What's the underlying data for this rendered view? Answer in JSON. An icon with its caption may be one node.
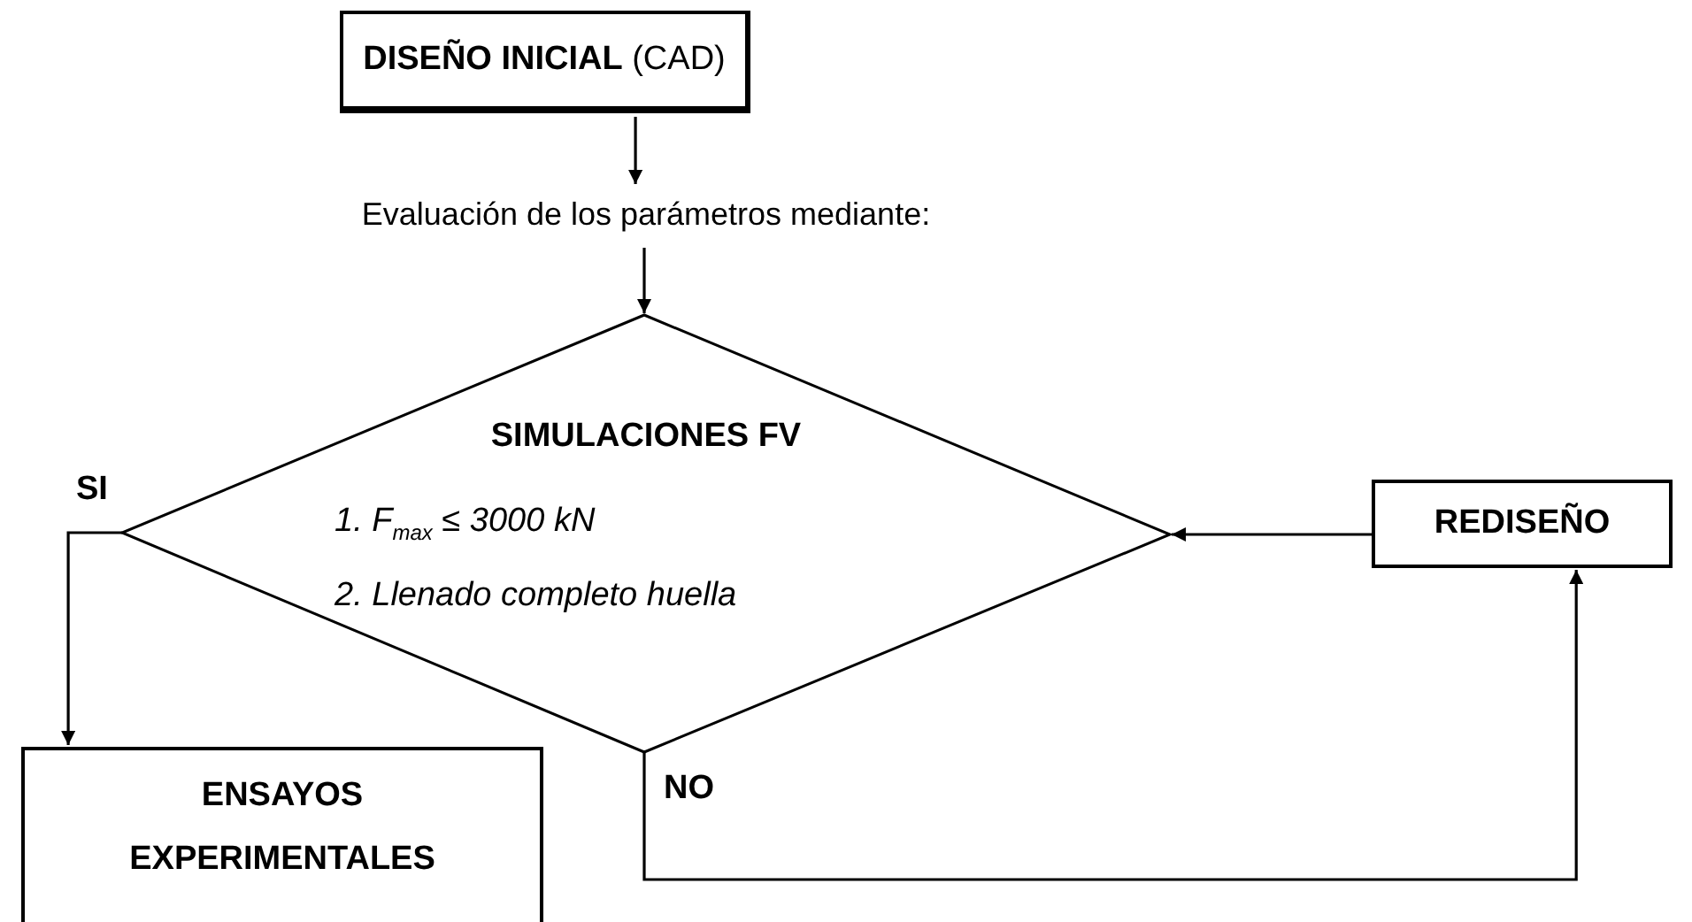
{
  "diagram": {
    "nodes": [
      {
        "text": [
          "**DISEÑO INICIAL** (CAD)"
        ]
      },
      {
        "text": [
          "Evaluación de los parámetros mediante:"
        ]
      },
      {
        "text": [
          "SIMULACIONES FV",
          "1. F$_{max}$ ≤ 3000 kN",
          "2. Llenado completo huella"
        ]
      },
      {
        "text": [
          "REDISEÑO"
        ]
      },
      {
        "text": [
          "ENSAYOS EXPERIMENTALES"
        ]
      }
    ],
    "edges": [
      {
        "from": 0,
        "to": 1,
        "arrow": "to"
      },
      {
        "from": 1,
        "to": 2,
        "arrow": "to"
      },
      {
        "from": 2,
        "to": 4,
        "arrow": "to",
        "label": "SI"
      },
      {
        "from": 2,
        "to": 3,
        "arrow": "to",
        "label": "NO"
      },
      {
        "from": 3,
        "to": 2,
        "arrow": "to"
      }
    ]
  }
}
